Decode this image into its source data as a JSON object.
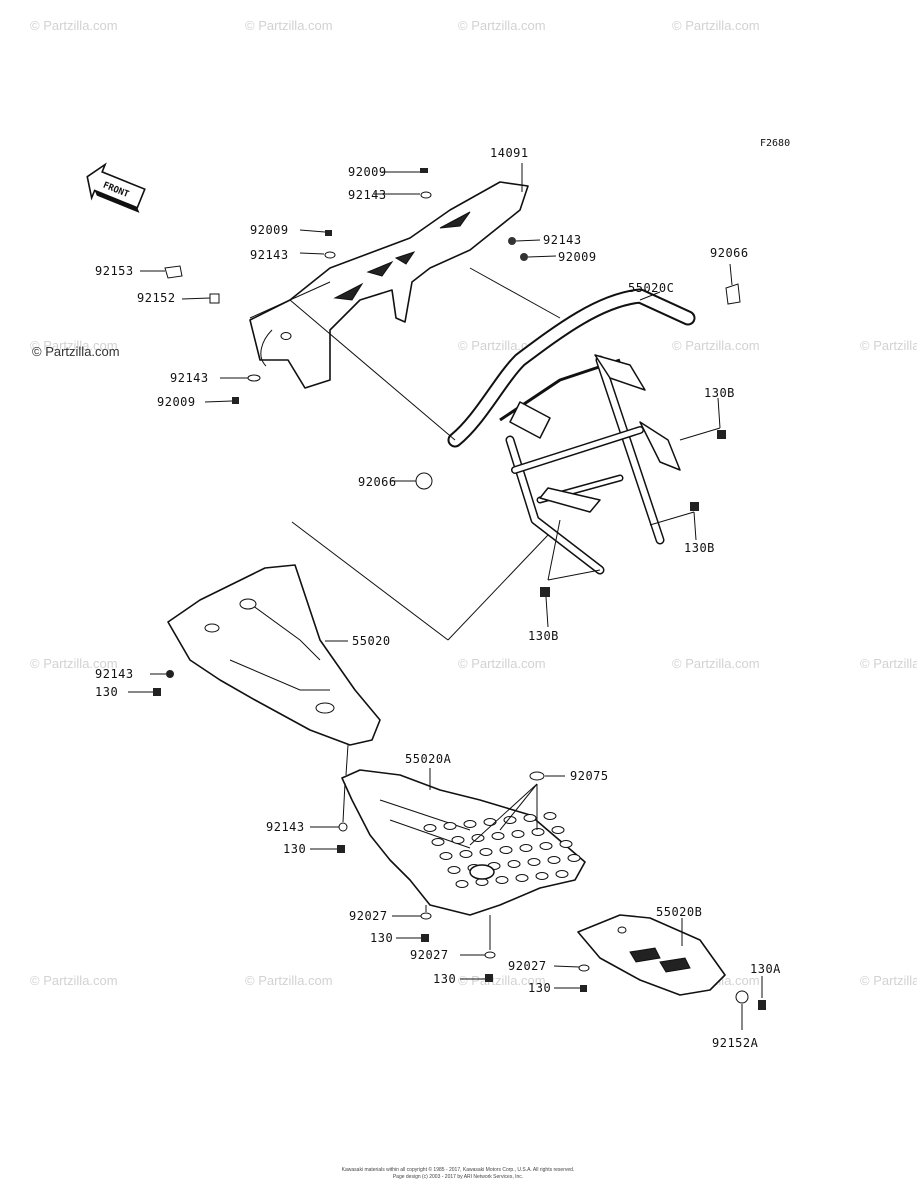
{
  "figure_code": "F2680",
  "front_arrow_label": "FRONT",
  "watermark": "© Partzilla.com",
  "footer_line1": "Kawasaki materials within all copyright © 1985 - 2017, Kawasaki Motors Corp., U.S.A. All rights reserved.",
  "footer_line2": "Page design (c) 2003 - 2017 by ARI Network Services, Inc.",
  "callouts": [
    "14091",
    "92009",
    "92143",
    "92009",
    "92143",
    "92143",
    "92009",
    "92153",
    "92152",
    "92143",
    "92009",
    "92066",
    "55020C",
    "92066",
    "130B",
    "130B",
    "130B",
    "55020",
    "92143",
    "130",
    "55020A",
    "92075",
    "92143",
    "130",
    "92027",
    "130",
    "92027",
    "130",
    "92027",
    "130",
    "55020B",
    "130A",
    "92152A"
  ]
}
